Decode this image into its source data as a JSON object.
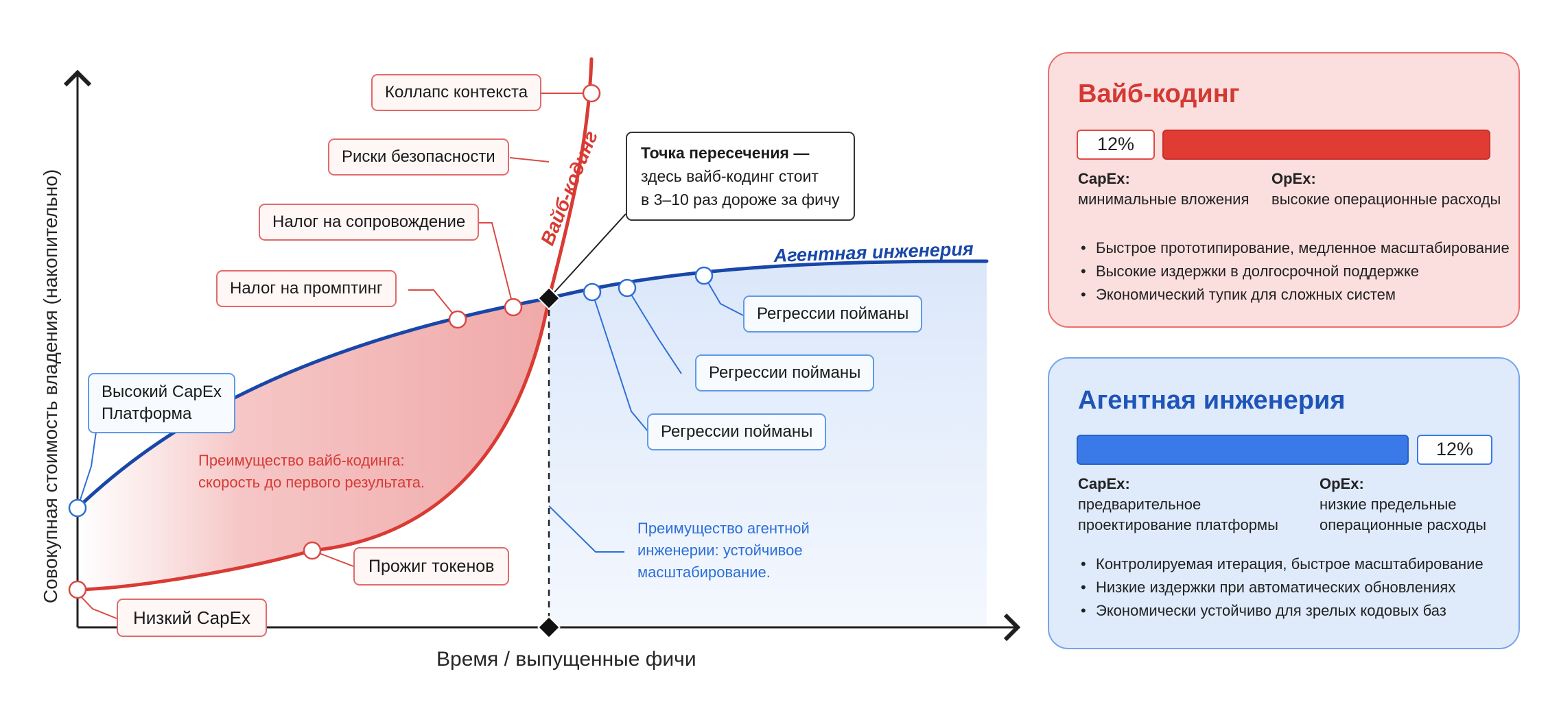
{
  "chart": {
    "axis_y_label": "Совокупная стоимость владения (накопительно)",
    "axis_x_label": "Время / выпущенные фичи",
    "vibe_series_label": "Вайб-кодинг",
    "agent_series_label": "Агентная инженерия",
    "colors": {
      "vibe": "#d93b34",
      "agent": "#1947a8",
      "vibe_fill": "#f4b7b7",
      "agent_fill": "#e4edfb"
    }
  },
  "callouts": {
    "context_collapse": "Коллапс контекста",
    "security_risks": "Риски безопасности",
    "maintenance_tax": "Налог на сопровождение",
    "prompting_tax": "Налог на промптинг",
    "high_capex_title": "Высокий CapEx",
    "high_capex_sub": "Платформа",
    "low_capex": "Низкий CapEx",
    "token_burn": "Прожиг токенов",
    "regressions_1": "Регрессии пойманы",
    "regressions_2": "Регрессии пойманы",
    "regressions_3": "Регрессии пойманы",
    "crossover_line1": "Точка пересечения —",
    "crossover_line2": "здесь вайб-кодинг стоит",
    "crossover_line3": "в 3–10 раз дороже за фичу"
  },
  "annotations": {
    "vibe_advantage_line1": "Преимущество вайб-кодинга:",
    "vibe_advantage_line2": "скорость до первого результата.",
    "agent_advantage_line1": "Преимущество агентной",
    "agent_advantage_line2": "инженерии: устойчивое",
    "agent_advantage_line3": "масштабирование."
  },
  "panels": {
    "vibe": {
      "title": "Вайб-кодинг",
      "percent": "12%",
      "percent_value": 12,
      "capex_label": "CapEx:",
      "capex_text": "минимальные вложения",
      "opex_label": "OpEx:",
      "opex_text": "высокие  операционные расходы",
      "bullets": [
        "Быстрое прототипирование, медленное масштабирование",
        "Высокие издержки в долгосрочной поддержке",
        "Экономический тупик для сложных систем"
      ],
      "bar_color": "#e03c33"
    },
    "agent": {
      "title": "Агентная инженерия",
      "percent": "12%",
      "percent_value": 12,
      "capex_label": "CapEx:",
      "capex_line1": "предварительное",
      "capex_line2": "проектирование платформы",
      "opex_label": "OpEx:",
      "opex_line1": "низкие предельные",
      "opex_line2": "операционные расходы",
      "bullets": [
        "Контролируемая итерация, быстрое масштабирование",
        "Низкие издержки при автоматических обновлениях",
        "Экономически устойчиво для зрелых кодовых баз"
      ],
      "bar_color": "#3a7ae8"
    }
  }
}
